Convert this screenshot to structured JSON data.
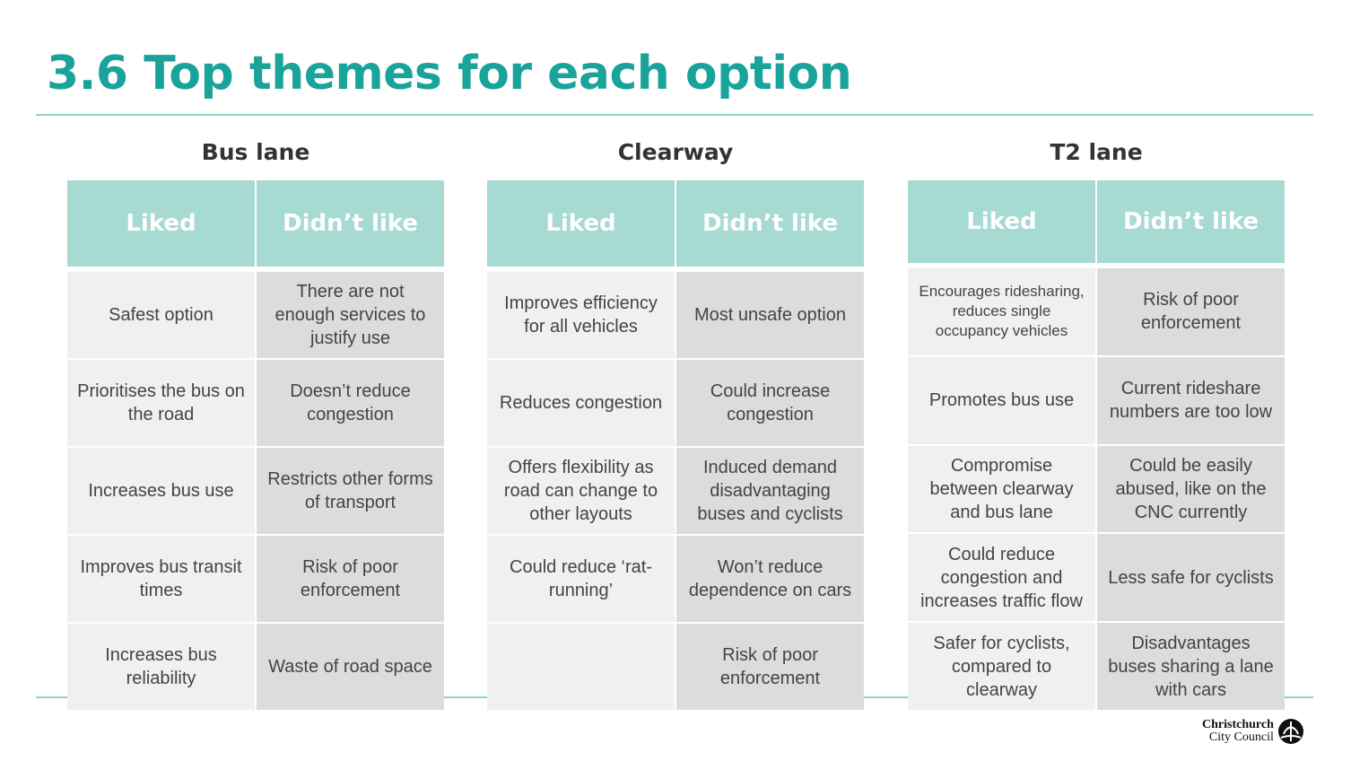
{
  "title": "3.6 Top themes for each option",
  "sections": [
    {
      "name": "Bus lane",
      "liked_header": "Liked",
      "disliked_header": "Didn’t like",
      "rows": [
        {
          "liked": "Safest option",
          "disliked": "There are not enough services to justify use"
        },
        {
          "liked": "Prioritises the bus on the road",
          "disliked": "Doesn’t reduce congestion"
        },
        {
          "liked": "Increases bus use",
          "disliked": "Restricts other forms of transport"
        },
        {
          "liked": "Improves bus transit times",
          "disliked": "Risk of poor enforcement"
        },
        {
          "liked": "Increases bus reliability",
          "disliked": "Waste of road space"
        }
      ]
    },
    {
      "name": "Clearway",
      "liked_header": "Liked",
      "disliked_header": "Didn’t like",
      "rows": [
        {
          "liked": "Improves efficiency for all vehicles",
          "disliked": "Most unsafe option"
        },
        {
          "liked": "Reduces congestion",
          "disliked": "Could increase congestion"
        },
        {
          "liked": "Offers flexibility as road can change to other layouts",
          "disliked": "Induced demand disadvantaging buses and cyclists"
        },
        {
          "liked": "Could reduce ‘rat-running’",
          "disliked": "Won’t reduce dependence on cars"
        },
        {
          "liked": "",
          "disliked": "Risk of poor enforcement"
        }
      ]
    },
    {
      "name": "T2 lane",
      "liked_header": "Liked",
      "disliked_header": "Didn’t like",
      "rows": [
        {
          "liked": "Encourages ridesharing, reduces single occupancy vehicles",
          "disliked": "Risk of poor enforcement"
        },
        {
          "liked": "Promotes bus use",
          "disliked": "Current rideshare numbers are too low"
        },
        {
          "liked": "Compromise between clearway and bus lane",
          "disliked": "Could be easily abused, like on the CNC currently"
        },
        {
          "liked": "Could reduce congestion and increases traffic flow",
          "disliked": "Less safe for cyclists"
        },
        {
          "liked": "Safer for cyclists, compared to clearway",
          "disliked": "Disadvantages buses sharing a lane with cars"
        }
      ]
    }
  ],
  "logo": {
    "line1": "Christchurch",
    "line2": "City Council",
    "icon": "christchurch-city-council-logo-icon"
  },
  "colors": {
    "accent": "#1aa39a",
    "header_fill": "#a6dad2",
    "liked_fill": "#f0f0f0",
    "disliked_fill": "#dcdcdc",
    "rule": "#8fd3cc"
  }
}
